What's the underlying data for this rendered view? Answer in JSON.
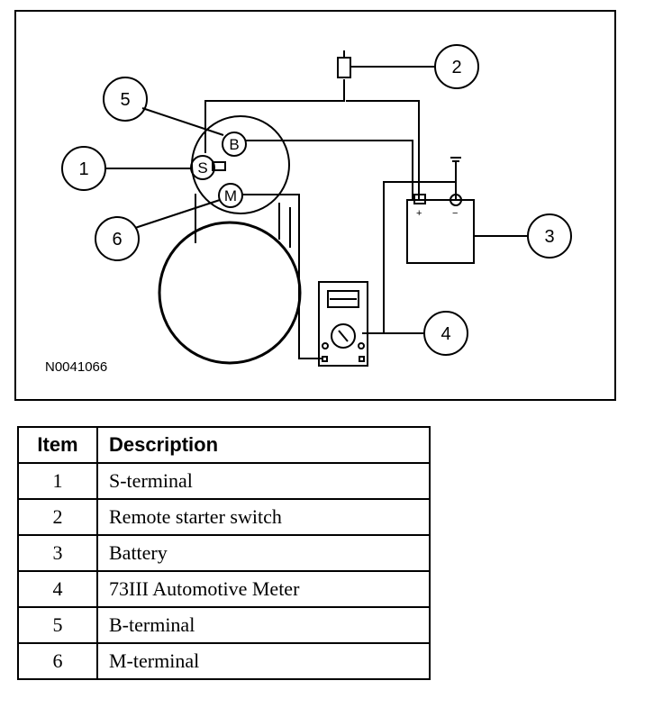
{
  "figure": {
    "code": "N0041066",
    "callouts": [
      "1",
      "2",
      "3",
      "4",
      "5",
      "6"
    ],
    "terminal_letters": {
      "s": "S",
      "b": "B",
      "m": "M"
    },
    "battery_polarity": {
      "positive": "+",
      "negative": "−"
    },
    "icons": [
      "starter-motor-icon",
      "solenoid-icon",
      "battery-icon",
      "meter-icon",
      "switch-plug-icon",
      "ground-icon"
    ]
  },
  "table": {
    "headers": {
      "item": "Item",
      "description": "Description"
    },
    "rows": [
      {
        "item": "1",
        "description": "S-terminal"
      },
      {
        "item": "2",
        "description": "Remote starter switch"
      },
      {
        "item": "3",
        "description": "Battery"
      },
      {
        "item": "4",
        "description": "73III Automotive Meter"
      },
      {
        "item": "5",
        "description": "B-terminal"
      },
      {
        "item": "6",
        "description": "M-terminal"
      }
    ]
  }
}
